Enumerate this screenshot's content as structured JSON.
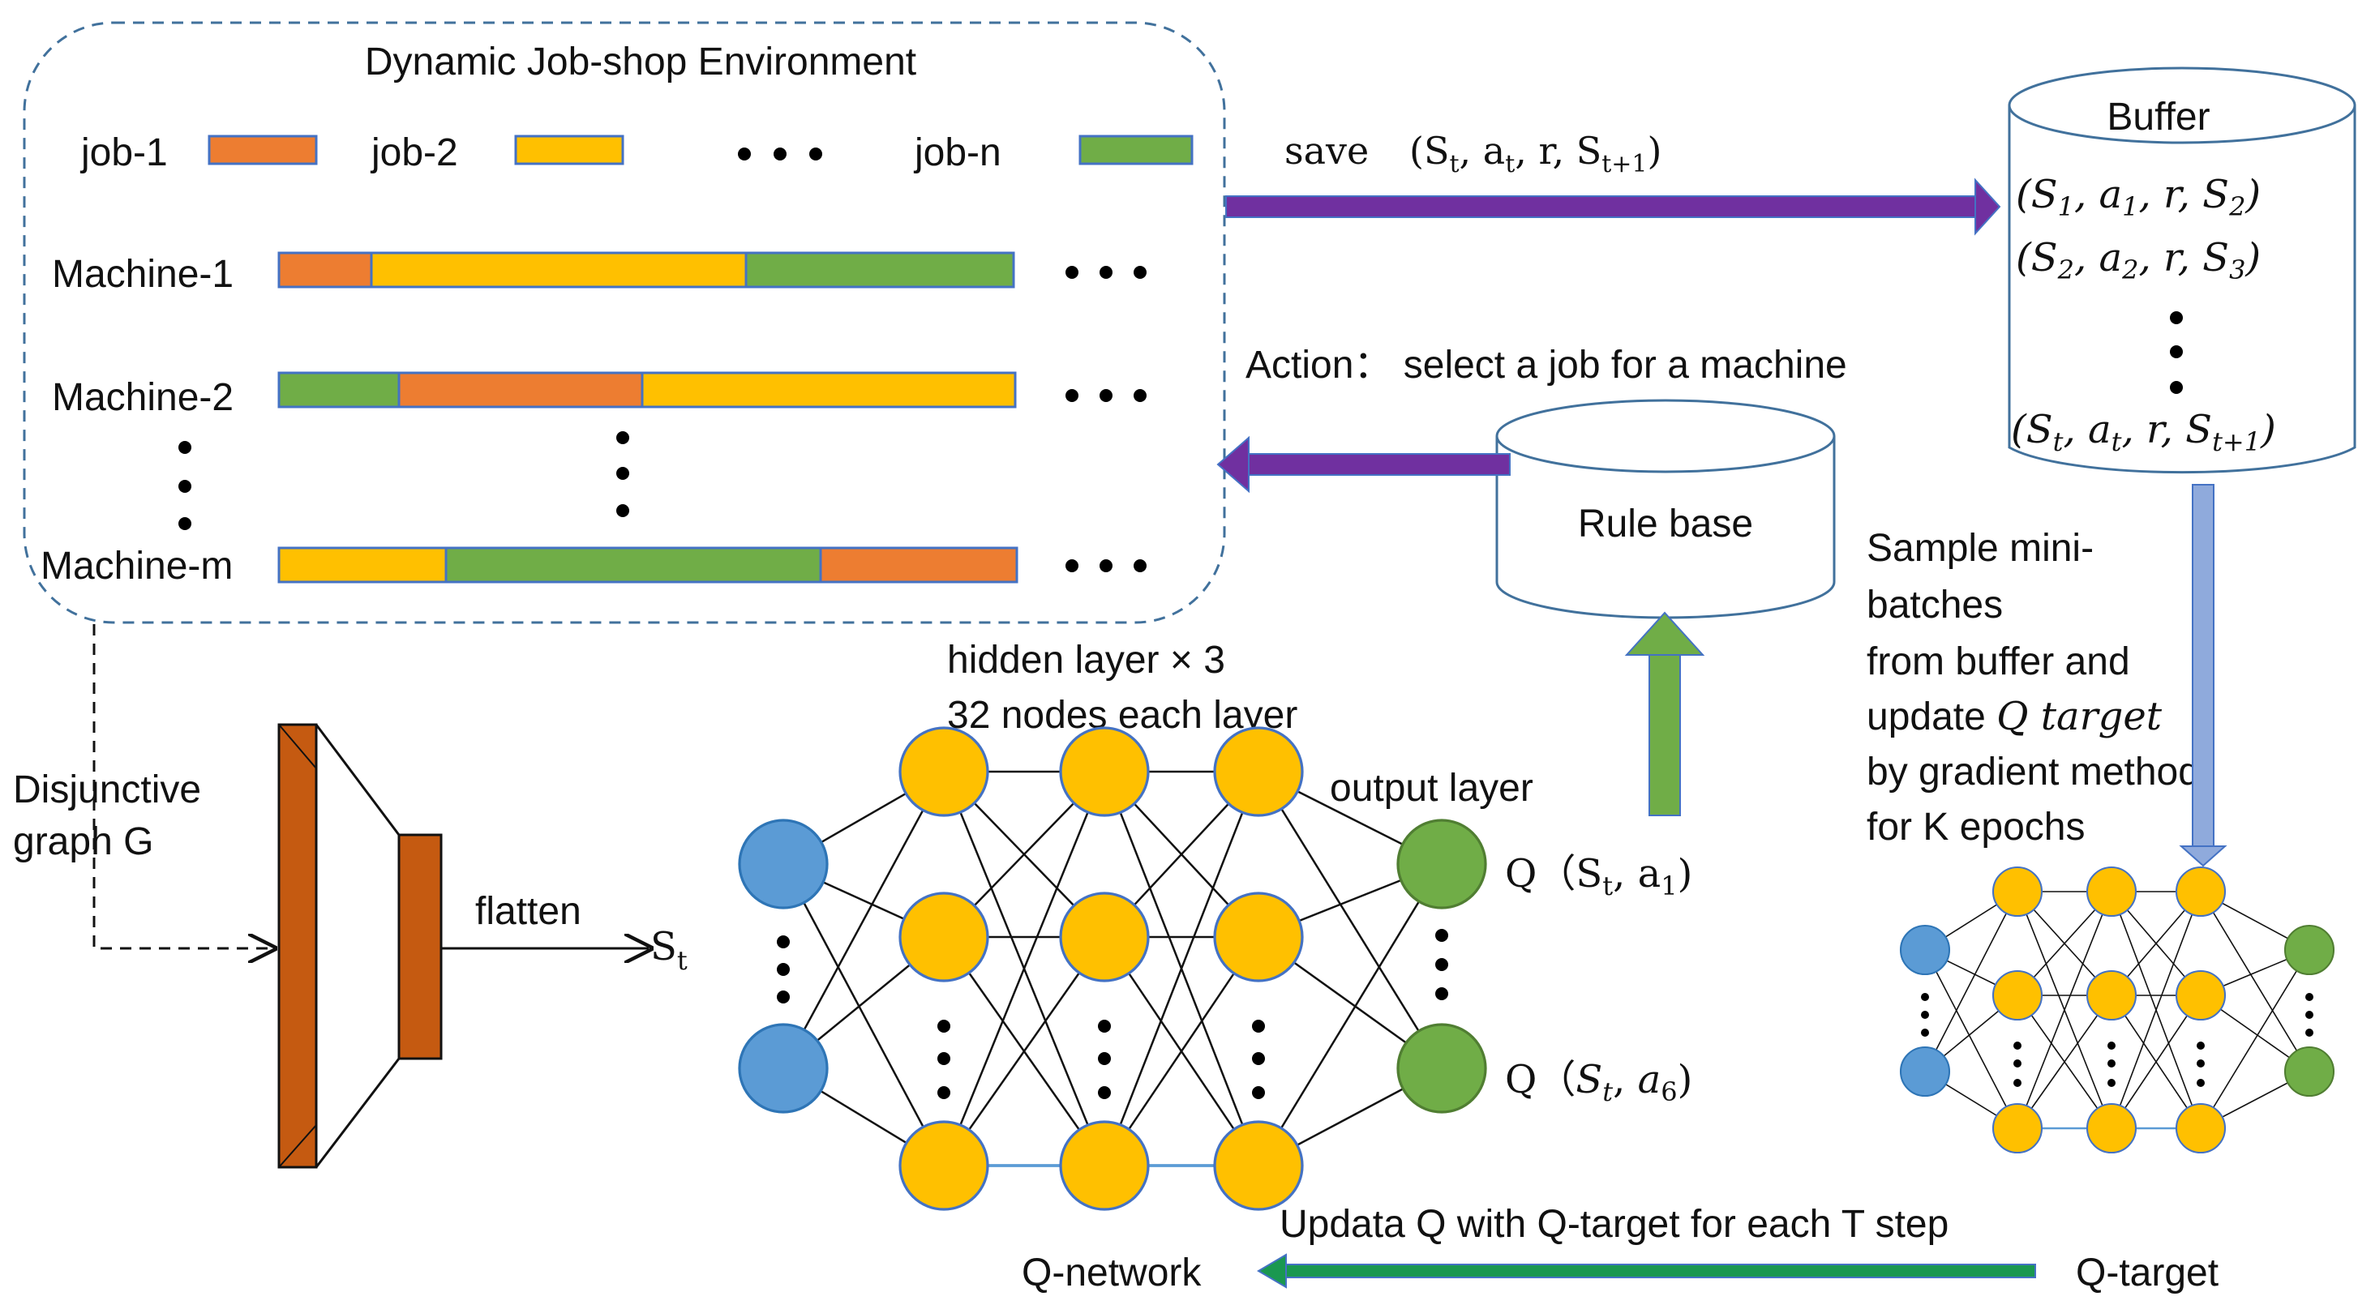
{
  "environment": {
    "title": "Dynamic Job-shop Environment",
    "jobs": [
      {
        "label": "job-1",
        "color": "#ed7d31"
      },
      {
        "label": "job-2",
        "color": "#ffc000"
      },
      {
        "label": "job-n",
        "color": "#70ad47"
      }
    ],
    "machines": [
      {
        "label": "Machine-1",
        "segments": [
          "#ed7d31",
          "#ffc000",
          "#70ad47"
        ]
      },
      {
        "label": "Machine-2",
        "segments": [
          "#70ad47",
          "#ed7d31",
          "#ffc000"
        ]
      },
      {
        "label": "Machine-m",
        "segments": [
          "#ffc000",
          "#70ad47",
          "#ed7d31"
        ]
      }
    ]
  },
  "save": {
    "label": "save",
    "tuple": "(St, at, r, St+1)"
  },
  "buffer": {
    "title": "Buffer",
    "entries": [
      "(S1, a1, r, S2)",
      "(S2, a2, r, S3)",
      "(St, at, r, St+1)"
    ]
  },
  "action_label": "Action： select a job for a machine",
  "rule_base": "Rule base",
  "sample_text": [
    "Sample mini-",
    "batches",
    "from buffer and",
    "update Q target",
    "by gradient method",
    "for K epochs"
  ],
  "graph_label": [
    "Disjunctive",
    "graph G"
  ],
  "flatten_label": "flatten",
  "state_label": "St",
  "hidden_layer": [
    "hidden layer × 3",
    "32 nodes each layer"
  ],
  "output_layer": "output layer",
  "q_outputs": [
    "Q (St, a1)",
    "Q (St, a6)"
  ],
  "update_label": "Updata Q with Q-target for each T step",
  "q_network": "Q-network",
  "q_target": "Q-target",
  "colors": {
    "orange": "#ed7d31",
    "yellow": "#ffc000",
    "green": "#70ad47",
    "blue": "#5b9bd5",
    "purple": "#7030a0",
    "teal_arrow": "#1a9850",
    "cnn_brown": "#c55a11",
    "light_blue_arrow": "#8faadc",
    "dashed_border": "#41719c"
  }
}
